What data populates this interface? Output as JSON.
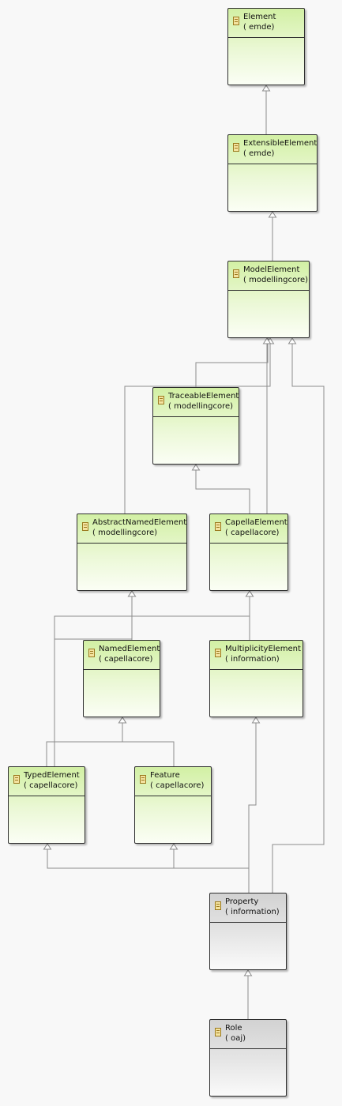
{
  "diagram": {
    "colors": {
      "edge": "#8c8c8c",
      "abstract_fill": "#d2f0a4",
      "concrete_fill": "#d2d2d2"
    },
    "nodes": [
      {
        "id": "element",
        "name": "Element",
        "package": "( emde)",
        "style": "green"
      },
      {
        "id": "extensible",
        "name": "ExtensibleElement",
        "package": "( emde)",
        "style": "green"
      },
      {
        "id": "model",
        "name": "ModelElement",
        "package": "( modellingcore)",
        "style": "green"
      },
      {
        "id": "traceable",
        "name": "TraceableElement",
        "package": "( modellingcore)",
        "style": "green"
      },
      {
        "id": "abstractnamed",
        "name": "AbstractNamedElement",
        "package": "( modellingcore)",
        "style": "green"
      },
      {
        "id": "capella",
        "name": "CapellaElement",
        "package": "( capellacore)",
        "style": "green"
      },
      {
        "id": "named",
        "name": "NamedElement",
        "package": "( capellacore)",
        "style": "green"
      },
      {
        "id": "multiplicity",
        "name": "MultiplicityElement",
        "package": "( information)",
        "style": "green"
      },
      {
        "id": "typed",
        "name": "TypedElement",
        "package": "( capellacore)",
        "style": "green"
      },
      {
        "id": "feature",
        "name": "Feature",
        "package": "( capellacore)",
        "style": "green"
      },
      {
        "id": "property",
        "name": "Property",
        "package": "( information)",
        "style": "gray"
      },
      {
        "id": "role",
        "name": "Role",
        "package": "( oaj)",
        "style": "gray"
      }
    ],
    "generalizations": [
      {
        "from": "extensible",
        "to": "element"
      },
      {
        "from": "model",
        "to": "extensible"
      },
      {
        "from": "traceable",
        "to": "model"
      },
      {
        "from": "abstractnamed",
        "to": "model"
      },
      {
        "from": "capella",
        "to": "model"
      },
      {
        "from": "capella",
        "to": "traceable"
      },
      {
        "from": "named",
        "to": "abstractnamed"
      },
      {
        "from": "multiplicity",
        "to": "capella"
      },
      {
        "from": "typed",
        "to": "abstractnamed"
      },
      {
        "from": "typed",
        "to": "capella"
      },
      {
        "from": "feature",
        "to": "named"
      },
      {
        "from": "typed",
        "to": "named"
      },
      {
        "from": "property",
        "to": "typed"
      },
      {
        "from": "property",
        "to": "feature"
      },
      {
        "from": "property",
        "to": "multiplicity"
      },
      {
        "from": "property",
        "to": "model"
      },
      {
        "from": "role",
        "to": "property"
      }
    ]
  }
}
